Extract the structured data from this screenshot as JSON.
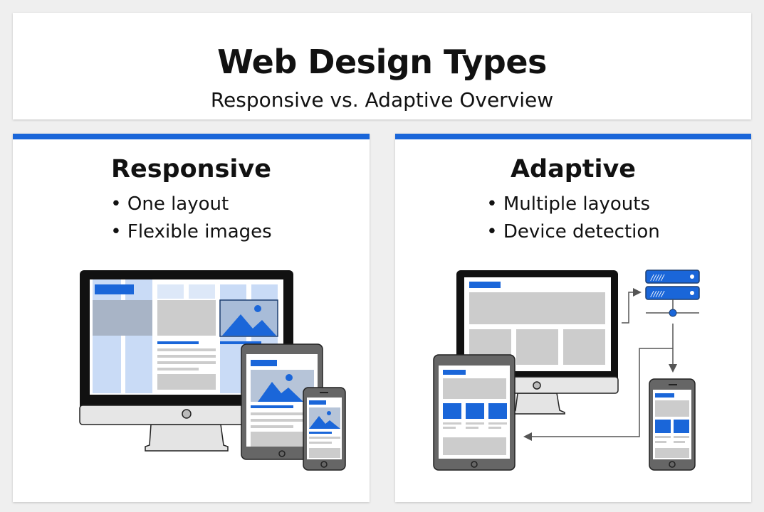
{
  "header": {
    "title": "Web Design Types",
    "subtitle": "Responsive vs. Adaptive Overview"
  },
  "responsive": {
    "title": "Responsive",
    "bullets": [
      "One layout",
      "Flexible images"
    ]
  },
  "adaptive": {
    "title": "Adaptive",
    "bullets": [
      "Multiple layouts",
      "Device detection"
    ]
  },
  "colors": {
    "accent": "#1a66d9",
    "light_blue": "#c5d8f5",
    "placeholder": "#cccccc",
    "frame": "#555555"
  }
}
